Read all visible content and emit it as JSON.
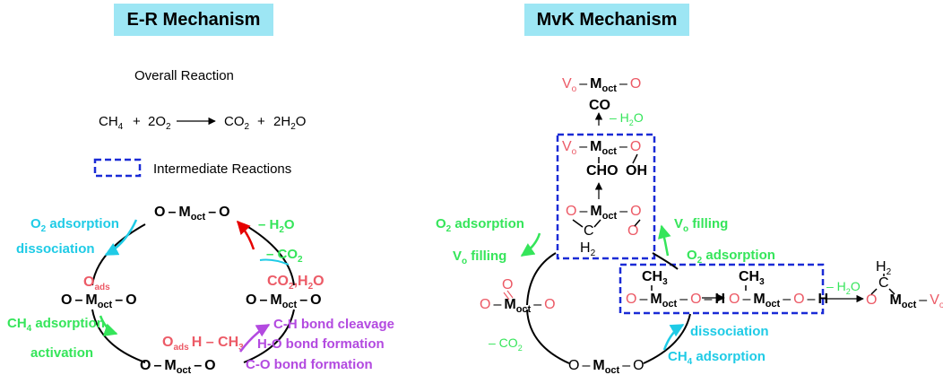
{
  "er": {
    "title": "E-R Mechanism",
    "overall_label": "Overall Reaction",
    "equation": {
      "reactant1": "CH",
      "r1_sub": "4",
      "plus1": "+",
      "reactant2": "2O",
      "r2_sub": "2",
      "product1": "CO",
      "p1_sub": "2",
      "plus2": "+",
      "product2": "2H",
      "p2_sub": "2",
      "p2_tail": "O"
    },
    "legend_label": "Intermediate Reactions",
    "species": {
      "O": "O",
      "M": "M",
      "oct": "oct",
      "dash": "–",
      "ads": "ads",
      "h2o": {
        "pre": "– H",
        "sub": "2",
        "post": "O"
      },
      "co2": {
        "pre": "– CO",
        "sub": "2"
      },
      "co2h2o": {
        "a": "CO",
        "sub1": "2",
        "b": ",H",
        "sub2": "2",
        "c": "O"
      },
      "ch3_tail": {
        "pre": "H – CH",
        "sub": "3"
      }
    },
    "labels": {
      "o2_adsorption": {
        "pre": "O",
        "sub": "2",
        "post": " adsorption"
      },
      "dissociation": "dissociation",
      "ch4_adsorption": {
        "pre": "CH",
        "sub": "4",
        "post": " adsorption"
      },
      "activation": "activation",
      "ch_cleavage": "C-H bond cleavage",
      "ho_formation": "H-O bond formation",
      "co_formation": "C-O bond formation"
    }
  },
  "mvk": {
    "title": "MvK Mechanism",
    "species": {
      "Vo": "V",
      "Vo_sub": "o",
      "CO": "CO",
      "CHO": "CHO",
      "OH": "OH",
      "H": "H",
      "C": "C",
      "H2": "H",
      "H2_sub": "2",
      "CH3": "CH",
      "CH3_sub": "3",
      "h2o": {
        "pre": "– H",
        "sub": "2",
        "post": "O"
      },
      "co2": {
        "pre": "– CO",
        "sub": "2"
      }
    },
    "labels": {
      "o2_adsorption_left": {
        "pre": "O",
        "sub": "2",
        "post": " adsorption"
      },
      "vo_filling_left": {
        "pre": "V",
        "sub": "o",
        "post": " filling"
      },
      "vo_filling_right": {
        "pre": "V",
        "sub": "o",
        "post": " filling"
      },
      "o2_adsorption_right": {
        "pre": "O",
        "sub": "2",
        "post": " adsorption"
      },
      "dissociation": "dissociation",
      "ch4_adsorption": {
        "pre": "CH",
        "sub": "4",
        "post": " adsorption"
      }
    }
  },
  "colors": {
    "black": "#000000",
    "red": "#ec5a66",
    "cyan": "#1fcbe6",
    "green": "#35e55a",
    "purple": "#b34ae0",
    "dark_red": "#e60000",
    "blue_box": "#1a2bd6",
    "title_bg": "#9de6f4"
  }
}
